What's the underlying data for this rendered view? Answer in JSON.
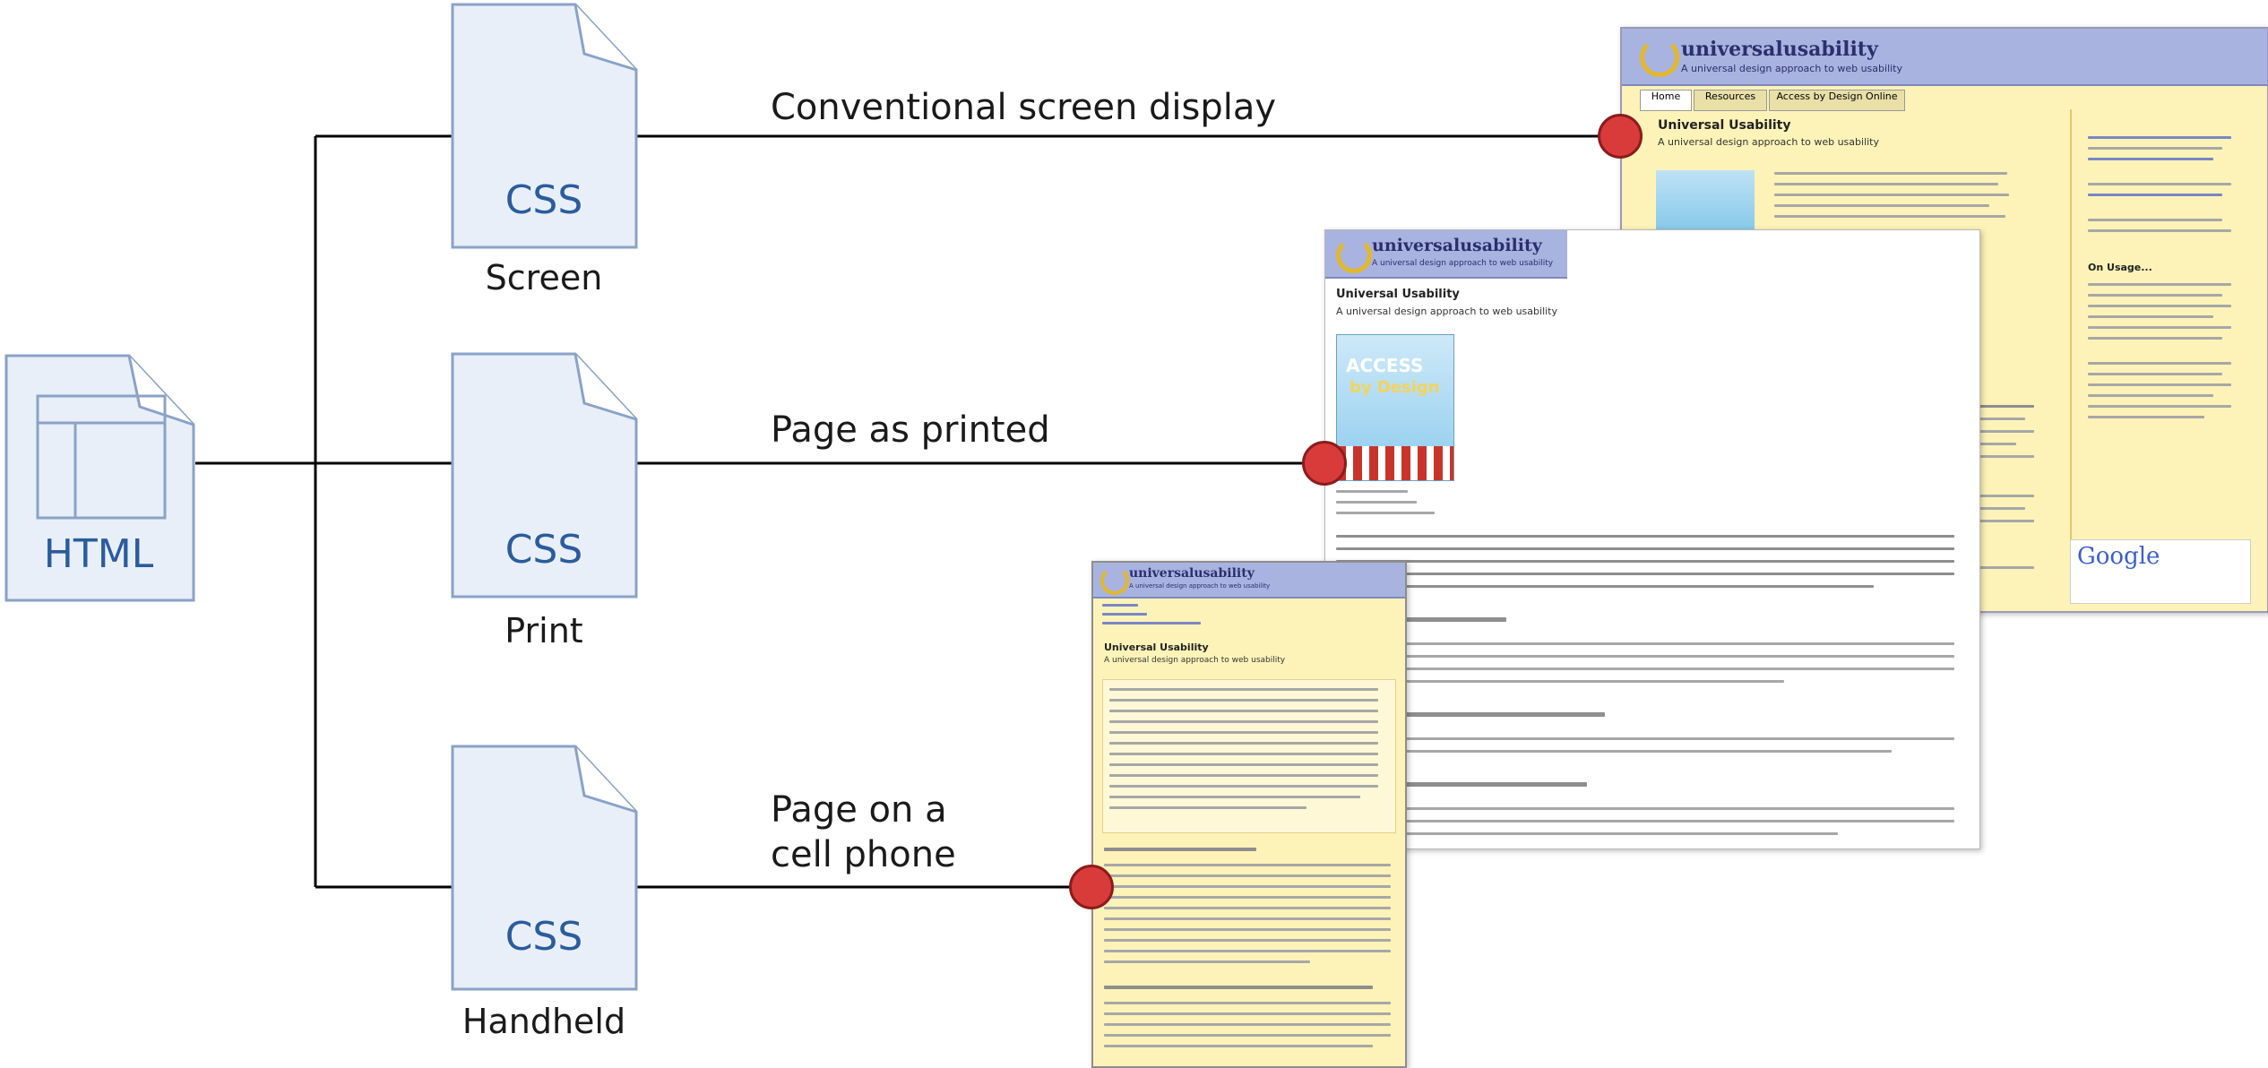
{
  "source": {
    "label": "HTML"
  },
  "stylesheets": [
    {
      "file_label": "CSS",
      "media": "Screen"
    },
    {
      "file_label": "CSS",
      "media": "Print"
    },
    {
      "file_label": "CSS",
      "media": "Handheld"
    }
  ],
  "outputs": {
    "screen": "Conventional screen display",
    "print": "Page as printed",
    "handheld_line1": "Page on a",
    "handheld_line2": "cell phone"
  },
  "thumbnails": {
    "logo_text": "universalusability",
    "title": "Universal Usability",
    "subtitle": "A universal design approach to web usability",
    "tabs": [
      "Home",
      "Resources",
      "Access by Design Online"
    ],
    "book_title_1": "ACCESS",
    "book_title_2": "by Design",
    "google": "Google",
    "sidebar_heading": "On Usage..."
  },
  "colors": {
    "connector": "#000000",
    "file_fill": "#e8eff8",
    "file_stroke": "#8aa2c8",
    "file_text": "#2a5c9e",
    "marker": "#d93a3a",
    "page_bg_yellow": "#fdf3b8",
    "header_band": "#a9b3df"
  }
}
